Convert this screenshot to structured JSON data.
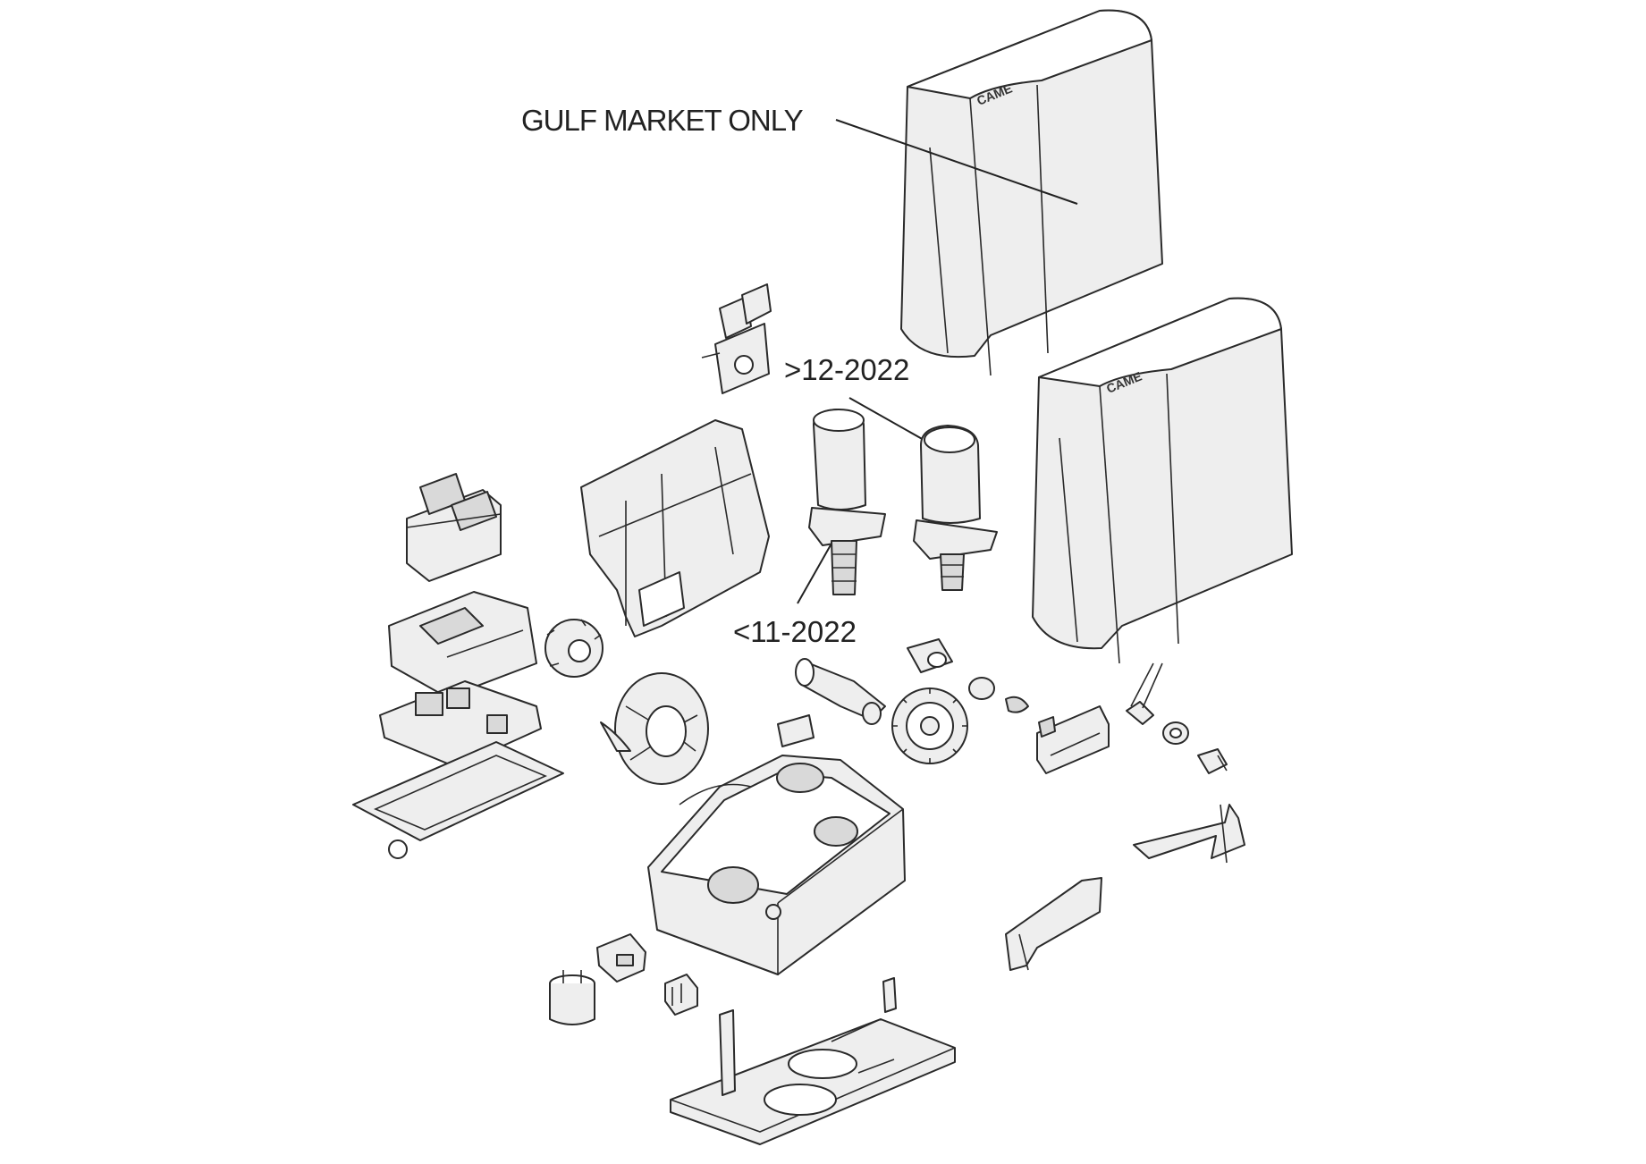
{
  "labels": {
    "gulf": "GULF MARKET ONLY",
    "after": ">12-2022",
    "before": "<11-2022"
  },
  "logos": {
    "cover_brand": "CAME"
  },
  "colors": {
    "ink": "#2a2a2a",
    "part_fill": "#eeeeee",
    "background": "#ffffff"
  }
}
